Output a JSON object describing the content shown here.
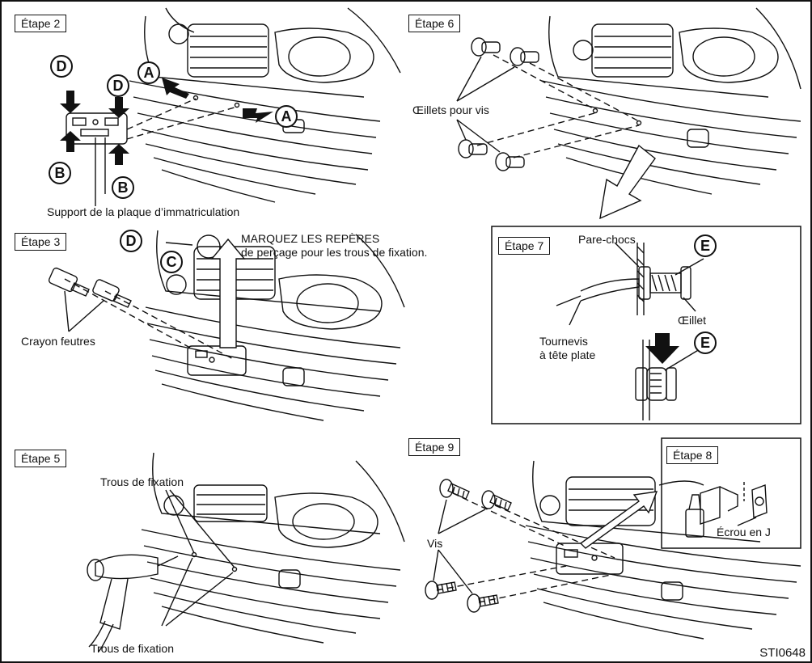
{
  "steps": {
    "s2": "Étape 2",
    "s3": "Étape 3",
    "s5": "Étape 5",
    "s6": "Étape 6",
    "s7": "Étape 7",
    "s8": "Étape 8",
    "s9": "Étape 9"
  },
  "callouts": {
    "a": "A",
    "b": "B",
    "c": "C",
    "d": "D",
    "e": "E"
  },
  "labels": {
    "support": "Support de la plaque d’immatriculation",
    "marquez_1": "MARQUEZ LES REPÈRES",
    "marquez_2": "de perçage pour les trous de fixation.",
    "crayon": "Crayon feutres",
    "trous": "Trous de fixation",
    "oeillets": "Œillets pour vis",
    "pare_chocs": "Pare-chocs",
    "oeillet": "Œillet",
    "tournevis_1": "Tournevis",
    "tournevis_2": "à tête plate",
    "vis": "Vis",
    "ecrou": "Écrou en J"
  },
  "figure_code": "STI0648",
  "colors": {
    "line": "#111111",
    "background": "#ffffff"
  }
}
